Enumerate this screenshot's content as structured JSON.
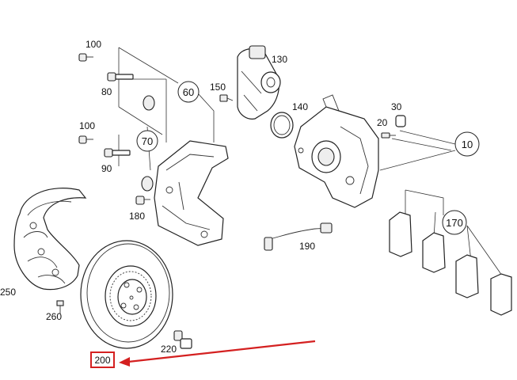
{
  "callouts": {
    "p10": "10",
    "p20": "20",
    "p30": "30",
    "p60": "60",
    "p70": "70",
    "p80": "80",
    "p90": "90",
    "p100a": "100",
    "p100b": "100",
    "p130": "130",
    "p140": "140",
    "p150": "150",
    "p170": "170",
    "p180": "180",
    "p190": "190",
    "p200": "200",
    "p220": "220",
    "p250": "250",
    "p260": "260"
  },
  "highlight": {
    "target": "200",
    "color": "#d42020"
  }
}
